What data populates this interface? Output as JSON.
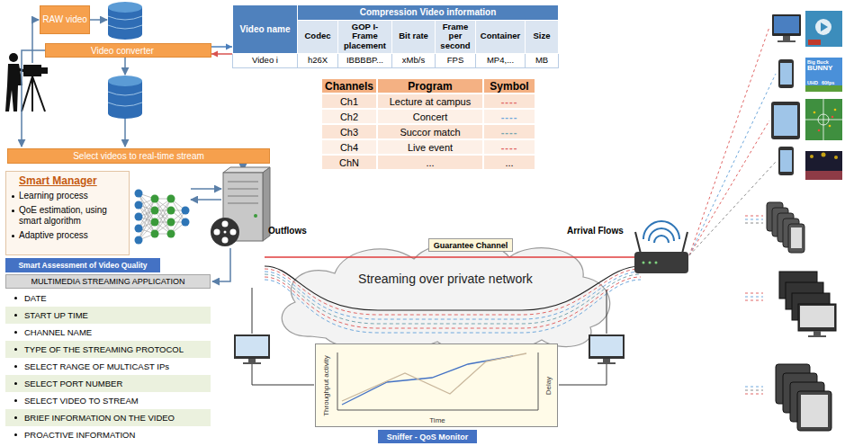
{
  "diagram": {
    "nodes": [
      {
        "text": [
          "RAW video"
        ]
      },
      {
        "text": [
          "Video name",
          "Compression Video information",
          "Codec",
          "GOP I-Frame placement",
          "Bit rate",
          "Frame per second",
          "Container",
          "Size",
          "Video i",
          "h26X",
          "IBBBBP...",
          "xMb/s",
          "FPS",
          "MP4,...",
          "MB"
        ]
      },
      {
        "text": [
          "Video converter"
        ]
      },
      {
        "text": [
          "Select videos to real-time stream"
        ]
      },
      {
        "text": [
          "Smart Manager",
          "Learning process",
          "QoE estimation, using smart algorithm",
          "Adaptive process"
        ]
      },
      {
        "text": [
          "Smart Assessment of Video Quality"
        ]
      },
      {
        "text": [
          "MULTIMEDIA STREAMING APPLICATION"
        ]
      },
      {
        "text": [
          "DATE"
        ]
      },
      {
        "text": [
          "START UP TIME"
        ]
      },
      {
        "text": [
          "CHANNEL NAME"
        ]
      },
      {
        "text": [
          "TYPE OF THE STREAMING PROTOCOL"
        ]
      },
      {
        "text": [
          "SELECT RANGE OF MULTICAST IPs"
        ]
      },
      {
        "text": [
          "SELECT PORT NUMBER"
        ]
      },
      {
        "text": [
          "SELECT VIDEO TO STREAM"
        ]
      },
      {
        "text": [
          "BRIEF INFORMATION ON THE VIDEO"
        ]
      },
      {
        "text": [
          "PROACTIVE INFORMATION"
        ]
      },
      {
        "text": [
          "Guarantee Channel"
        ]
      },
      {
        "text": [
          "Streaming over private network"
        ]
      },
      {
        "text": [
          "Throughput activity",
          "Delay",
          "Time"
        ]
      },
      {
        "text": [
          "Sniffer - QoS Monitor"
        ]
      }
    ],
    "edges": [
      {
        "from": 2,
        "to": 1,
        "arrow": "to"
      },
      {
        "from": 1,
        "to": 2,
        "arrow": "to"
      }
    ],
    "labels": [
      "Channels",
      "Program",
      "Symbol",
      "Ch1",
      "Lecture at campus",
      "----",
      "Ch2",
      "Concert",
      "----",
      "Ch3",
      "Succor match",
      "----",
      "Ch4",
      "Live event",
      "----",
      "ChN",
      "...",
      "...",
      "Outflows",
      "Arrival Flows",
      "Big Buck",
      "BUNNY",
      "UHD",
      "60fps"
    ]
  }
}
